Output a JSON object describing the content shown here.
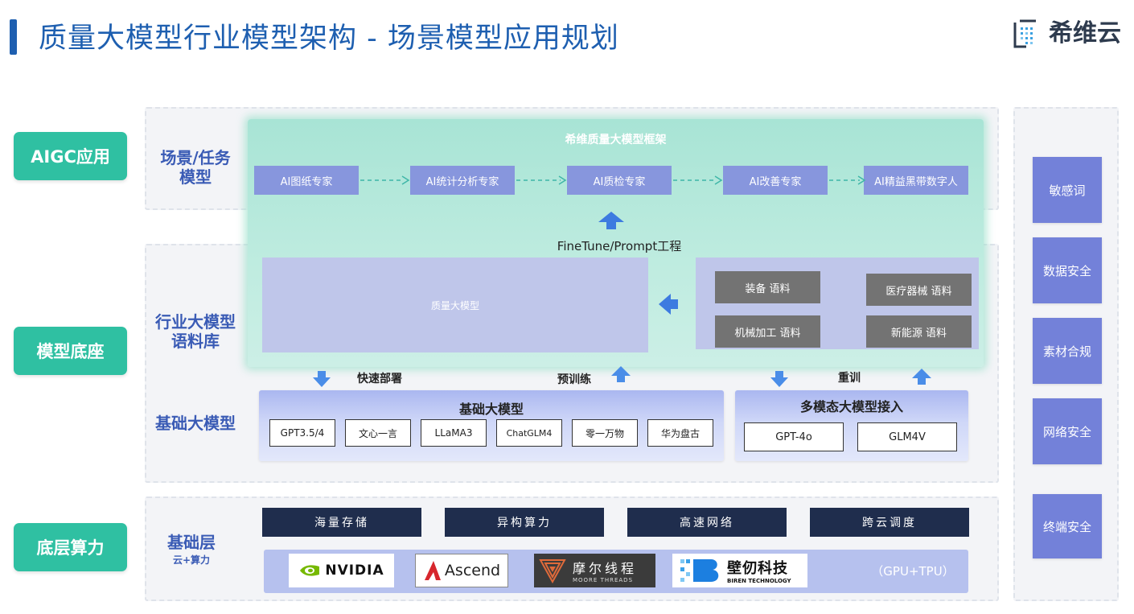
{
  "header": {
    "title": "质量大模型行业模型架构 - 场景模型应用规划",
    "logo_text": "希维云"
  },
  "side_buttons": [
    "AIGC应用",
    "模型底座",
    "底层算力"
  ],
  "layers": {
    "task": "场景/任务\n模型",
    "industry": "行业大模型\n语料库",
    "base": "基础大模型",
    "infra": "基础层",
    "infra_sub": "云+算力"
  },
  "framework": {
    "title": "希维质量大模型框架",
    "tasks": [
      "AI图纸专家",
      "AI统计分析专家",
      "AI质检专家",
      "AI改善专家",
      "AI精益黑带数字人"
    ],
    "finetune": "FineTune/Prompt工程",
    "quality_model": "质量大模型",
    "corpus": [
      "装备 语料",
      "医疗器械 语料",
      "机械加工 语料",
      "新能源 语料"
    ]
  },
  "flow_labels": {
    "deploy": "快速部署",
    "pretrain": "预训练",
    "retrain": "重训"
  },
  "base_models": {
    "title": "基础大模型",
    "items": [
      "GPT3.5/4",
      "文心一言",
      "LLaMA3",
      "ChatGLM4",
      "零一万物",
      "华为盘古"
    ]
  },
  "multimodal": {
    "title": "多模态大模型接入",
    "items": [
      "GPT-4o",
      "GLM4V"
    ]
  },
  "infra": {
    "items": [
      "海量存储",
      "异构算力",
      "高速网络",
      "跨云调度"
    ],
    "vendors": {
      "nvidia": "NVIDIA",
      "ascend": "Ascend",
      "moore_cn": "摩尔线程",
      "moore_en": "MOORE THREADS",
      "biren_cn": "壁仞科技",
      "biren_en": "BIREN TECHNOLOGY"
    },
    "gpu_note": "（GPU+TPU）"
  },
  "security": [
    "敏感词",
    "数据安全",
    "素材合规",
    "网络安全",
    "终端安全"
  ],
  "colors": {
    "accent": "#1e5fb0",
    "green": "#2fc0a2",
    "task": "#8796dd",
    "dark": "#1f2d4d",
    "security": "#7381d9"
  }
}
